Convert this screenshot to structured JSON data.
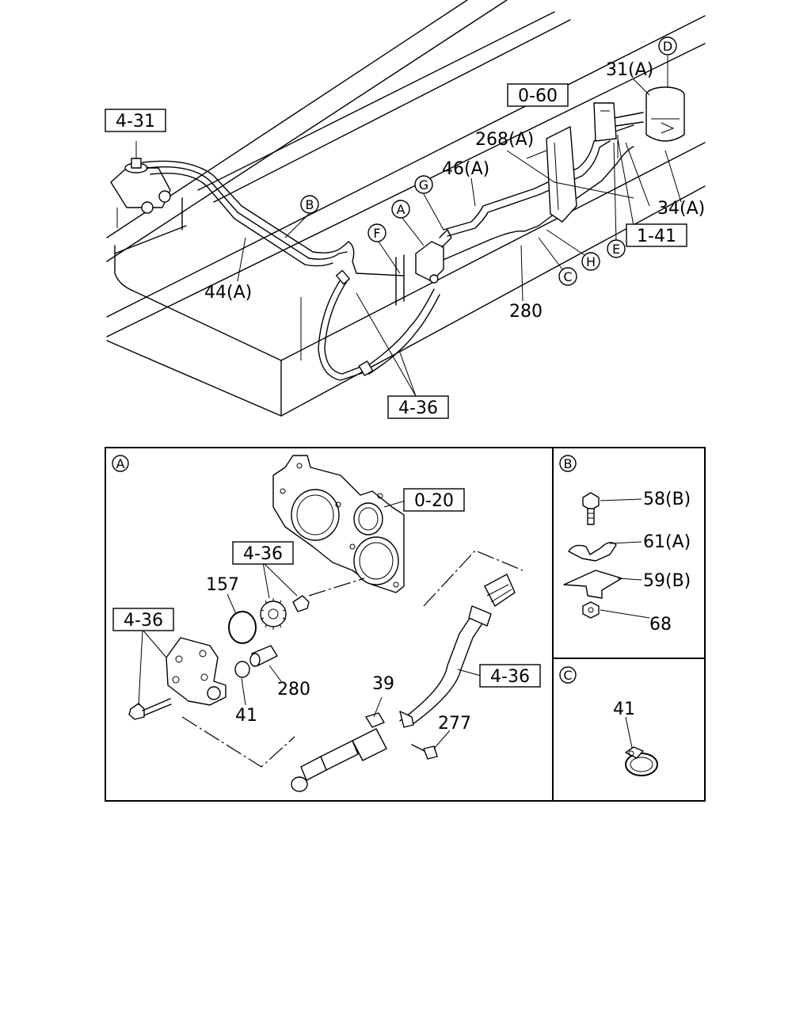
{
  "top": {
    "refs": {
      "r431": "4-31",
      "r060": "0-60",
      "r141": "1-41",
      "r436": "4-36"
    },
    "callouts": {
      "c31a": "31(A)",
      "cD": "D",
      "c268a": "268(A)",
      "c46a": "46(A)",
      "cG": "G",
      "cA": "A",
      "cB": "B",
      "cF": "F",
      "c44a": "44(A)",
      "c280": "280",
      "cC": "C",
      "cH": "H",
      "cE": "E",
      "c34a": "34(A)"
    }
  },
  "panelA": {
    "title": "A",
    "refs": {
      "r020": "0-20",
      "r436a": "4-36",
      "r436b": "4-36",
      "r436c": "4-36"
    },
    "callouts": {
      "c157": "157",
      "c280": "280",
      "c41": "41",
      "c39": "39",
      "c277": "277"
    }
  },
  "panelB": {
    "title": "B",
    "callouts": {
      "c58b": "58(B)",
      "c61a": "61(A)",
      "c59b": "59(B)",
      "c68": "68"
    }
  },
  "panelC": {
    "title": "C",
    "callouts": {
      "c41": "41"
    }
  }
}
